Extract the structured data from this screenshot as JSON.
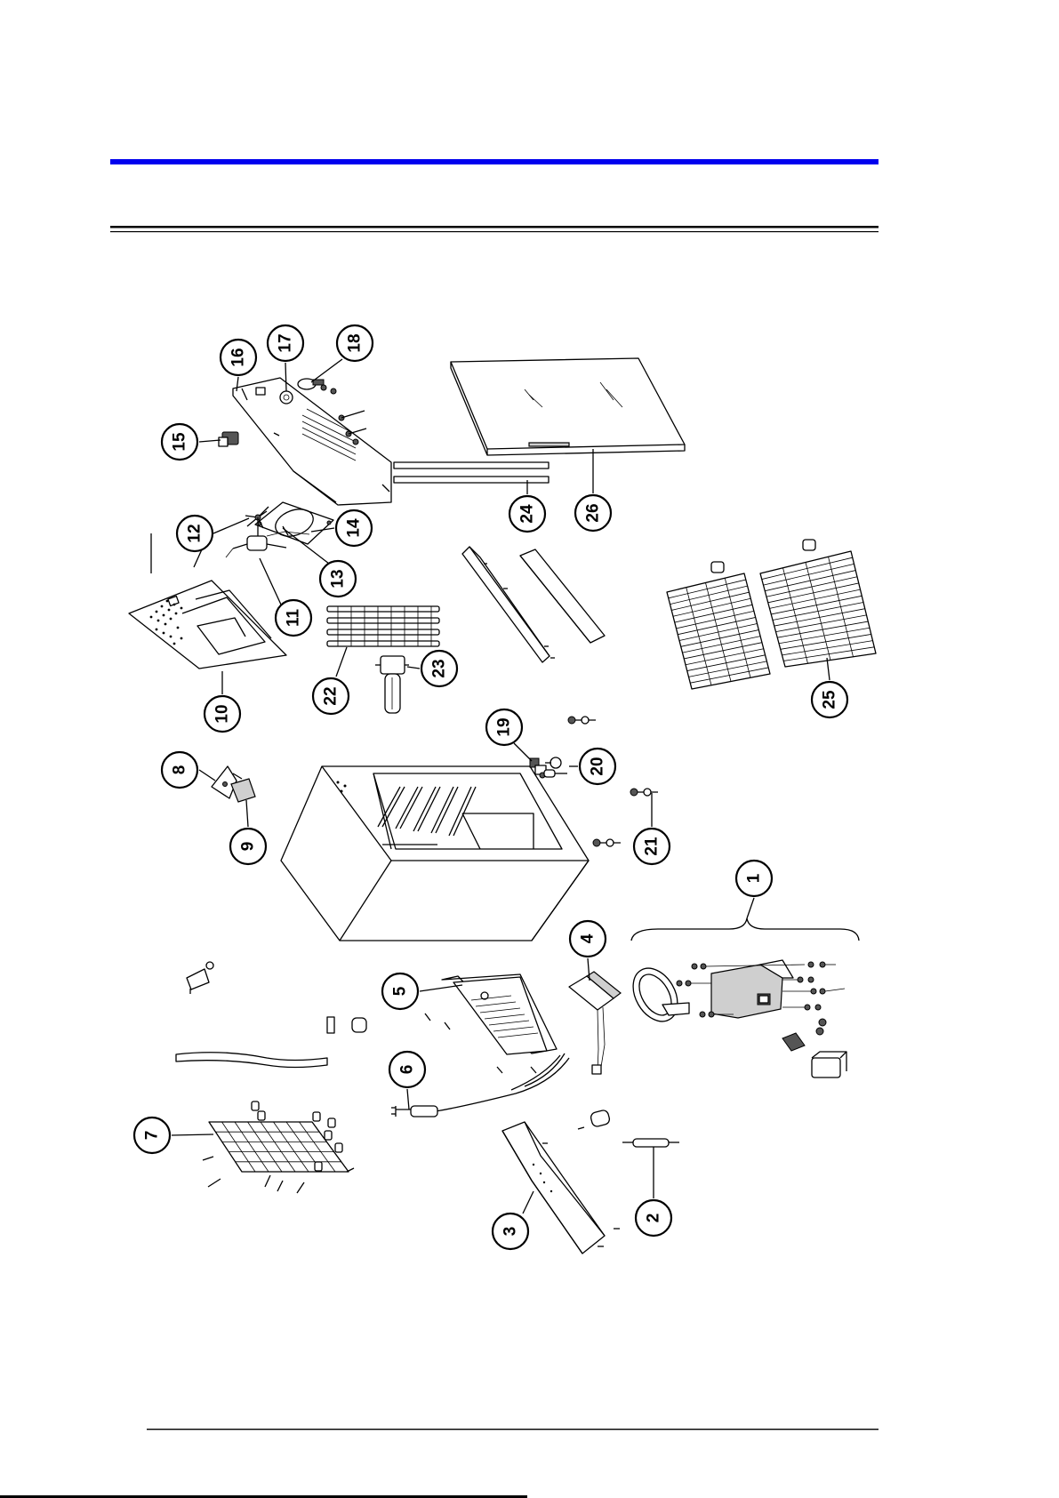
{
  "header": {
    "rule_color": "#0000ee"
  },
  "diagram": {
    "callouts": [
      "1",
      "2",
      "3",
      "4",
      "5",
      "6",
      "7",
      "8",
      "9",
      "10",
      "11",
      "12",
      "13",
      "14",
      "15",
      "16",
      "17",
      "18",
      "19",
      "20",
      "21",
      "22",
      "23",
      "24",
      "25",
      "26"
    ]
  }
}
